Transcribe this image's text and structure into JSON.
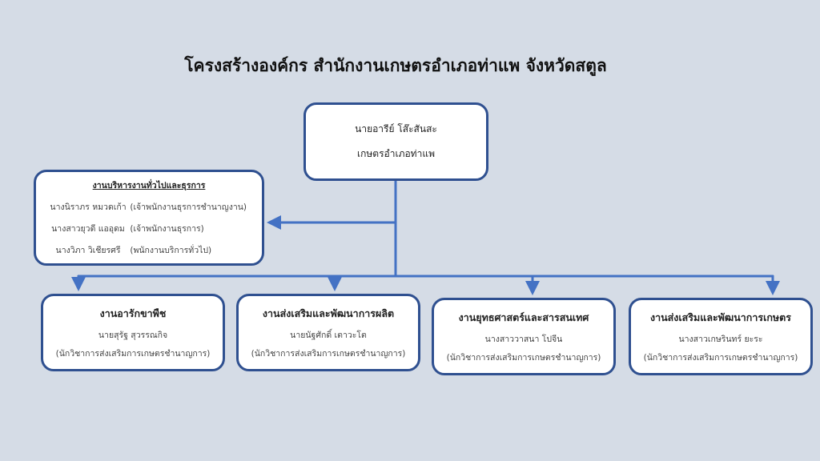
{
  "title": "โครงสร้างองค์กร สำนักงานเกษตรอำเภอท่าแพ จังหวัดสตูล",
  "head": {
    "name": "นายอารีย์  โส๊ะสันสะ",
    "position": "เกษตรอำเภอท่าแพ"
  },
  "admin": {
    "title": "งานบริหารงานทั่วไปและธุรการ",
    "members": [
      {
        "name": "นางนิราภร หมวดเก้า",
        "role": "(เจ้าพนักงานธุรการชำนาญงาน)"
      },
      {
        "name": "นางสาวยุวดี แออุดม",
        "role": "(เจ้าพนักงานธุรการ)"
      },
      {
        "name": "นางวิภา วิเชียรศรี",
        "role": "(พนักงานบริการทั่วไป)"
      }
    ]
  },
  "units": [
    {
      "title": "งานอารักขาพืช",
      "name": "นายสุรัฐ  สุวรรณกิจ",
      "role": "(นักวิชาการส่งเสริมการเกษตรชำนาญการ)"
    },
    {
      "title": "งานส่งเสริมและพัฒนาการผลิต",
      "name": "นายนัฐศักดิ์ เตาวะโต",
      "role": "(นักวิชาการส่งเสริมการเกษตรชำนาญการ)"
    },
    {
      "title": "งานยุทธศาสตร์และสารสนเทศ",
      "name": "นางสาววาสนา  โปจีน",
      "role": "(นักวิชาการส่งเสริมการเกษตรชำนาญการ)"
    },
    {
      "title": "งานส่งเสริมและพัฒนาการเกษตร",
      "name": "นางสาวเกษรินทร์  ยะระ",
      "role": "(นักวิชาการส่งเสริมการเกษตรชำนาญการ)"
    }
  ],
  "colors": {
    "connector": "#4472c4",
    "border": "#2f5090",
    "background": "#d5dce6"
  }
}
